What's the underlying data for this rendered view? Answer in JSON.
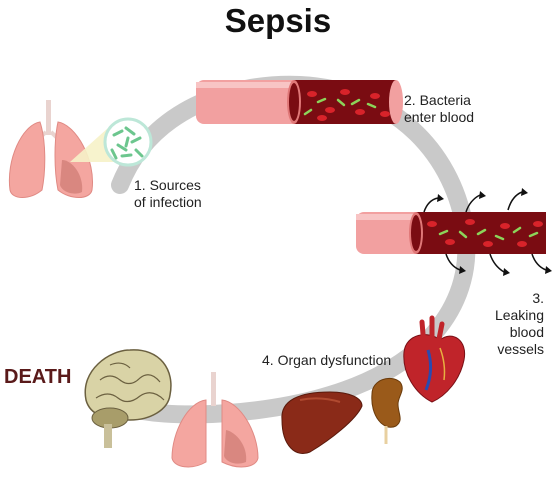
{
  "title": "Sepsis",
  "steps": [
    {
      "label": "1. Sources\nof infection",
      "icon": "lungs-with-bacteria-icon"
    },
    {
      "label": "2. Bacteria\nenter blood",
      "icon": "blood-vessel-bacteria-icon"
    },
    {
      "label": "3. Leaking\nblood\nvessels",
      "icon": "leaking-blood-vessel-icon"
    },
    {
      "label": "4. Organ dysfunction",
      "icon": "organs-icon"
    }
  ],
  "outcome": "DEATH",
  "colors": {
    "cycle": "#c8c8c8",
    "vessel": "#f2a0a0",
    "vessel_dark": "#e07878",
    "blood": "#7a0c12",
    "cell": "#d8232a",
    "bacteria": "#8cd45a",
    "lung": "#f4a6a0",
    "liver": "#8a2a18",
    "kidney": "#9a5a1a",
    "heart": "#c0242a",
    "brain": "#d9d3a6",
    "death": "#5a1a1a"
  }
}
